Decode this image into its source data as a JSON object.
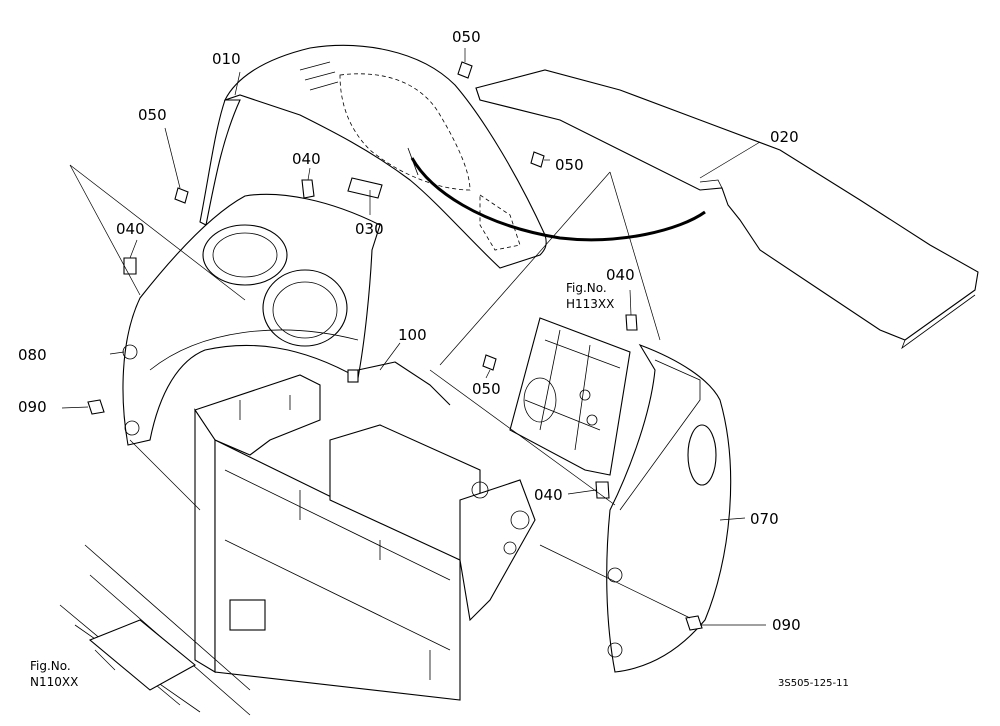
{
  "labels": {
    "p010": "010",
    "p020": "020",
    "p030": "030",
    "p040a": "040",
    "p040b": "040",
    "p040c": "040",
    "p040d": "040",
    "p050a": "050",
    "p050b": "050",
    "p050c": "050",
    "p050d": "050",
    "p070": "070",
    "p080": "080",
    "p090a": "090",
    "p090b": "090",
    "p100": "100"
  },
  "refs": {
    "h113_line1": "Fig.No.",
    "h113_line2": "H113XX",
    "n110_line1": "Fig.No.",
    "n110_line2": "N110XX"
  },
  "drawing_code": "3S505-125-11"
}
